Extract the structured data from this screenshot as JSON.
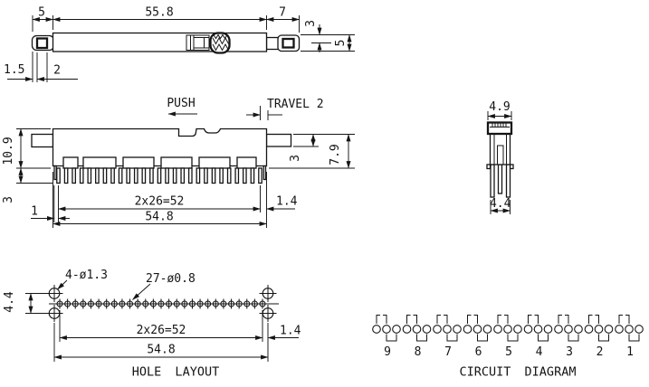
{
  "top_view": {
    "dim_left_end": "5",
    "dim_body_length": "55.8",
    "dim_right_end": "7",
    "dim_right_step": "3",
    "dim_right_height": "5",
    "dim_tab_wall": "1.5",
    "dim_tab_hole": "2"
  },
  "front_view": {
    "push_label": "PUSH",
    "travel_label": "TRAVEL 2",
    "dim_body_height": "10.9",
    "dim_pin_length": "3",
    "dim_first_pin_offset": "1",
    "dim_pin_pitch_total": "2x26=52",
    "dim_overall_width": "54.8",
    "dim_last_pin_offset": "1.4",
    "dim_tab_thickness": "3",
    "dim_tab_to_base": "7.9",
    "pin_count": 27
  },
  "side_view": {
    "dim_knob_width": "4.9",
    "dim_leg_span": "4.4"
  },
  "hole_layout": {
    "title": "HOLE LAYOUT",
    "corner_holes_label": "4-ø1.3",
    "pin_holes_label": "27-ø0.8",
    "corner_hole_count": 4,
    "pin_hole_count": 27,
    "dim_row_spacing": "4.4",
    "dim_pin_pitch_total": "2x26=52",
    "dim_overall_width": "54.8",
    "dim_last_hole_offset": "1.4"
  },
  "circuit_diagram": {
    "title": "CIRCUIT DIAGRAM",
    "position_labels": [
      "9",
      "8",
      "7",
      "6",
      "5",
      "4",
      "3",
      "2",
      "1"
    ]
  }
}
